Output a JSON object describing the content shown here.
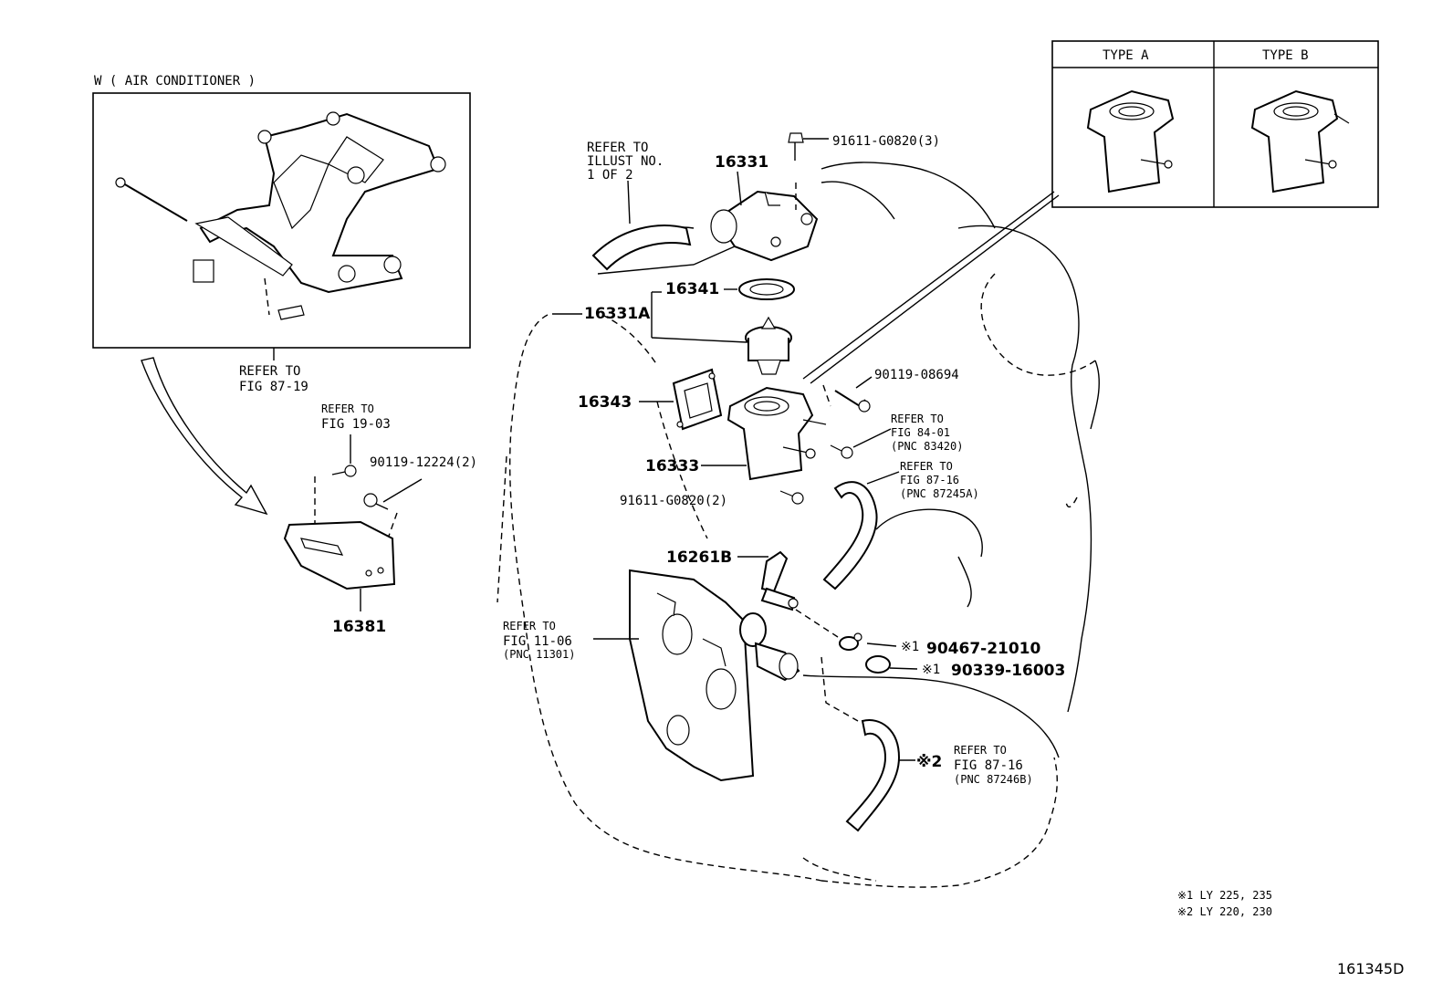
{
  "inset_w": {
    "title": "W ( AIR CONDITIONER )",
    "refer_1": "REFER TO",
    "refer_2": "FIG 87-19"
  },
  "type_box": {
    "type_a": "TYPE  A",
    "type_b": "TYPE  B"
  },
  "refer_illust": {
    "line1": "REFER TO",
    "line2": "ILLUST NO.",
    "line3": "1 OF 2"
  },
  "refer_19_03": {
    "line1": "REFER TO",
    "line2": "FIG 19-03"
  },
  "refer_84_01": {
    "line1": "REFER TO",
    "line2": "FIG 84-01",
    "line3": "(PNC 83420)"
  },
  "refer_87_16a": {
    "line1": "REFER TO",
    "line2": "FIG 87-16",
    "line3": "(PNC 87245A)"
  },
  "refer_11_06": {
    "line1": "REFER TO",
    "line2": "FIG 11-06",
    "line3": "(PNC 11301)"
  },
  "refer_87_16b": {
    "line1": "REFER TO",
    "line2": "FIG 87-16",
    "line3": "(PNC 87246B)"
  },
  "parts": {
    "p16331": "16331",
    "p16341": "16341",
    "p16331a": "16331A",
    "p16343": "16343",
    "p16333": "16333",
    "p16261b": "16261B",
    "p16381": "16381",
    "p91611_3": "91611-G0820(3)",
    "p90119_08694": "90119-08694",
    "p90119_12224": "90119-12224(2)",
    "p91611_2": "91611-G0820(2)",
    "p90467": "90467-21010",
    "p90339": "90339-16003"
  },
  "marks": {
    "m1a": "※1",
    "m1b": "※1",
    "m2": "※2"
  },
  "notes": {
    "note1": "※1  LY 225, 235",
    "note2": "※2  LY 220, 230"
  },
  "figure_id": "161345D"
}
